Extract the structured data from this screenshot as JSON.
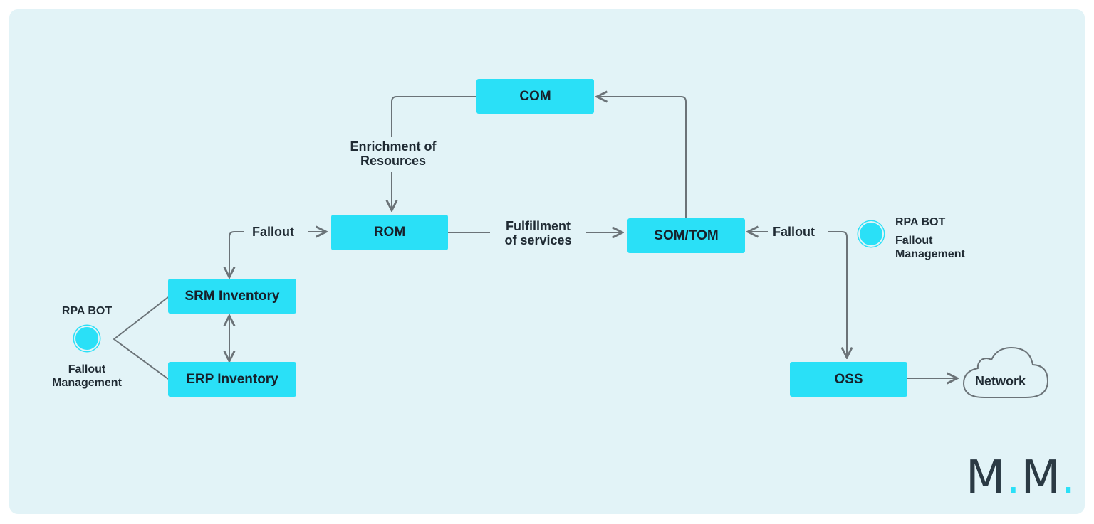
{
  "nodes": {
    "com": "COM",
    "rom": "ROM",
    "som_tom": "SOM/TOM",
    "srm": "SRM Inventory",
    "erp": "ERP Inventory",
    "oss": "OSS",
    "network": "Network"
  },
  "edge_labels": {
    "enrichment_line1": "Enrichment of",
    "enrichment_line2": "Resources",
    "fallout_left": "Fallout",
    "fulfillment_line1": "Fulfillment",
    "fulfillment_line2": "of services",
    "fallout_right": "Fallout"
  },
  "bots": {
    "left": {
      "title": "RPA BOT",
      "desc_line1": "Fallout",
      "desc_line2": "Management"
    },
    "right": {
      "title": "RPA BOT",
      "desc_line1": "Fallout",
      "desc_line2": "Management"
    }
  },
  "logo": {
    "letter1": "M",
    "dot1": ".",
    "letter2": "M",
    "dot2": "."
  },
  "colors": {
    "background": "#e2f3f7",
    "node_fill": "#2ae0f7",
    "connector": "#6b7378",
    "text": "#1f2a33"
  }
}
